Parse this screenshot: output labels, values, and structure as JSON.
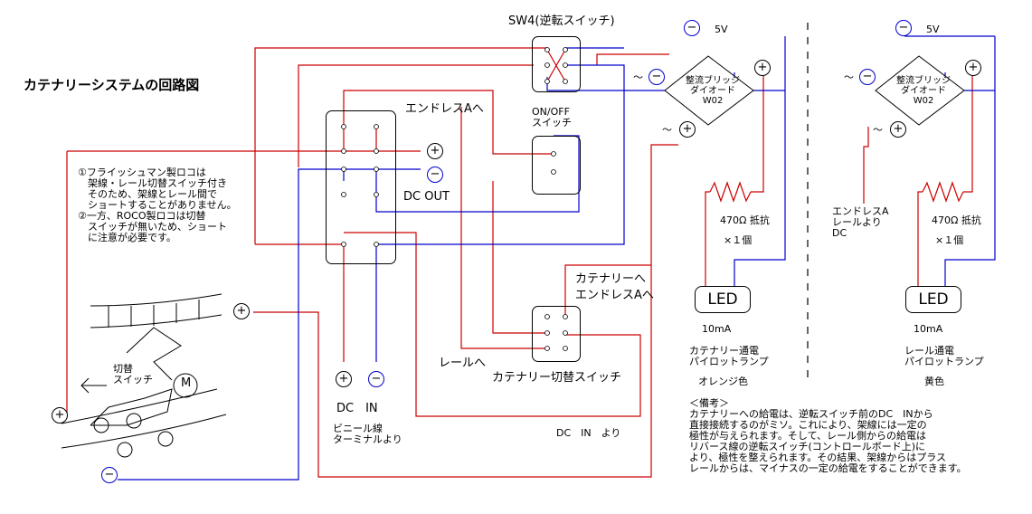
{
  "title": "カテナリーシステムの回路図",
  "notes": [
    "①フライッシュマン製ロコは",
    "　架線・レール切替スイッチ付き",
    "　そのため、架線とレール間で",
    "　ショートすることがありません。",
    "②一方、ROCO製ロコは切替",
    "　スイッチが無いため、ショート",
    "　に注意が必要です。"
  ],
  "switches": {
    "sw4": "SW4(逆転スイッチ)",
    "onoff": "ON/OFF\nスイッチ",
    "catenary_a": "カテナリーへ\nエンドレスAへ",
    "catenary_switch": "カテナリー切替スイッチ"
  },
  "labels": {
    "endless_a": "エンドレスAへ",
    "dc_out": "DC OUT",
    "dc_in": "DC　IN",
    "vinyl": "ビニール線\nターミナルより",
    "rail": "レールへ",
    "dc_in_from": "DC　IN　より",
    "changeover": "切替\nスイッチ",
    "motor": "M"
  },
  "symbols": {
    "plus": "+",
    "minus": "−",
    "tilde": "〜"
  },
  "bridge_left": {
    "title": "整流ブリッジ\nダイオード\nW02",
    "voltage": "5V",
    "resistor": "470Ω 抵抗",
    "count": "×１個",
    "led": "LED",
    "current": "10mA",
    "lamp": "カテナリー通電\nパイロットランプ",
    "color": "オレンジ色"
  },
  "bridge_right": {
    "title": "整流ブリッジ\nダイオード\nW02",
    "voltage": "5V",
    "source": "エンドレスA\nレールより\nDC",
    "resistor": "470Ω 抵抗",
    "count": "×１個",
    "led": "LED",
    "current": "10mA",
    "lamp": "レール通電\nパイロットランプ",
    "color": "黄色"
  },
  "remarks": {
    "heading": "＜備考＞",
    "lines": [
      "カテナリーへの給電は、逆転スイッチ前のDC　INから",
      "直接接続するのがミソ。これにより、架線には一定の",
      "極性が与えられます。そして、レール側からの給電は",
      "リバース線の逆転スイッチ(コントロールボード上)に",
      "より、極性を整えられます。その結果、架線からはプラス",
      "レールからは、マイナスの一定の給電をすることができます。"
    ]
  },
  "colors": {
    "red": "#cc0000",
    "blue": "#0000cc",
    "black": "#000000"
  }
}
